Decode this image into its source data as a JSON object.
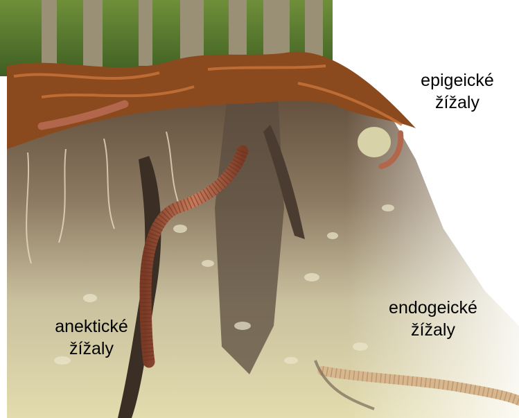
{
  "labels": {
    "epigeic": {
      "line1": "epigeické",
      "line2": "žížaly"
    },
    "endogeic": {
      "line1": "endogeické",
      "line2": "žížaly"
    },
    "anecic": {
      "line1": "anektické",
      "line2": "žížaly"
    }
  },
  "colors": {
    "background": "#ffffff",
    "leaf_litter": "#8a4a1e",
    "topsoil": "#6f5a45",
    "subsoil": "#cfc6a6",
    "sand": "#e2d9a4",
    "burrow": "#3a2e25",
    "worm": "#b2674c",
    "worm_pale": "#d8b78e",
    "forest": "#4d7a2e"
  }
}
